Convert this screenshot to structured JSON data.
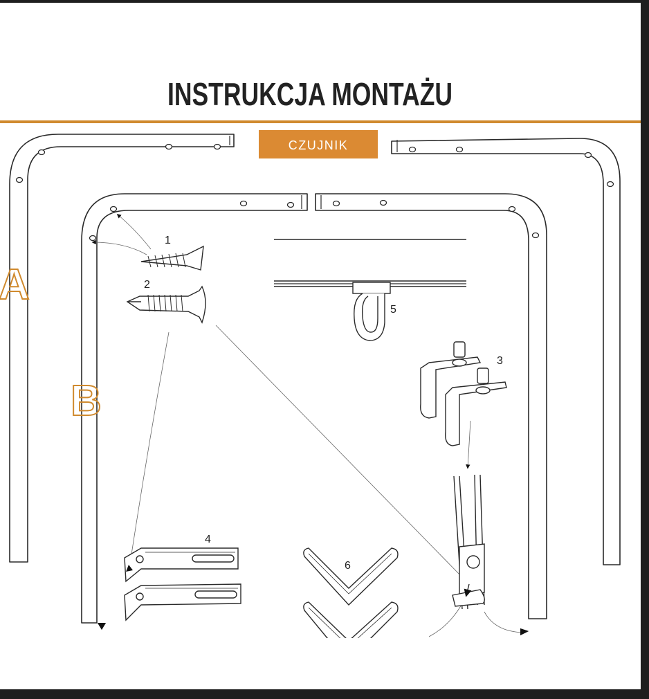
{
  "title": "INSTRUKCJA MONTAŻU",
  "badge": "CZUJNIK",
  "letters": {
    "a": "A",
    "b": "B"
  },
  "parts": [
    "1",
    "2",
    "3",
    "4",
    "5",
    "6"
  ],
  "colors": {
    "accent": "#D08A2E",
    "badge_bg": "#DB8A33",
    "badge_text": "#FFFFFF",
    "line": "#2A2A2A",
    "frame": "#1E1E1E"
  }
}
